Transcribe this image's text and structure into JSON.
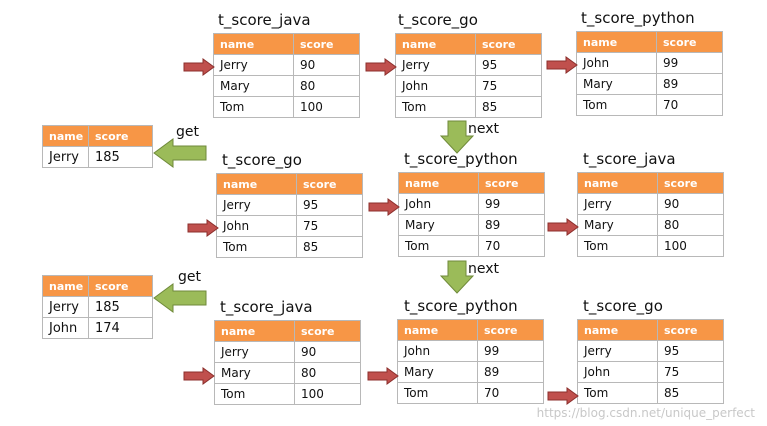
{
  "headers": {
    "name": "name",
    "score": "score"
  },
  "row1": {
    "java": {
      "title": "t_score_java",
      "rows": [
        [
          "Jerry",
          "90"
        ],
        [
          "Mary",
          "80"
        ],
        [
          "Tom",
          "100"
        ]
      ]
    },
    "go": {
      "title": "t_score_go",
      "rows": [
        [
          "Jerry",
          "95"
        ],
        [
          "John",
          "75"
        ],
        [
          "Tom",
          "85"
        ]
      ]
    },
    "python": {
      "title": "t_score_python",
      "rows": [
        [
          "John",
          "99"
        ],
        [
          "Mary",
          "89"
        ],
        [
          "Tom",
          "70"
        ]
      ]
    }
  },
  "row2": {
    "go": {
      "title": "t_score_go",
      "rows": [
        [
          "Jerry",
          "95"
        ],
        [
          "John",
          "75"
        ],
        [
          "Tom",
          "85"
        ]
      ]
    },
    "python": {
      "title": "t_score_python",
      "rows": [
        [
          "John",
          "99"
        ],
        [
          "Mary",
          "89"
        ],
        [
          "Tom",
          "70"
        ]
      ]
    },
    "java": {
      "title": "t_score_java",
      "rows": [
        [
          "Jerry",
          "90"
        ],
        [
          "Mary",
          "80"
        ],
        [
          "Tom",
          "100"
        ]
      ]
    }
  },
  "row3": {
    "java": {
      "title": "t_score_java",
      "rows": [
        [
          "Jerry",
          "90"
        ],
        [
          "Mary",
          "80"
        ],
        [
          "Tom",
          "100"
        ]
      ]
    },
    "python": {
      "title": "t_score_python",
      "rows": [
        [
          "John",
          "99"
        ],
        [
          "Mary",
          "89"
        ],
        [
          "Tom",
          "70"
        ]
      ]
    },
    "go": {
      "title": "t_score_go",
      "rows": [
        [
          "Jerry",
          "95"
        ],
        [
          "John",
          "75"
        ],
        [
          "Tom",
          "85"
        ]
      ]
    }
  },
  "result1": {
    "rows": [
      [
        "Jerry",
        "185"
      ]
    ]
  },
  "result2": {
    "rows": [
      [
        "Jerry",
        "185"
      ],
      [
        "John",
        "174"
      ]
    ]
  },
  "labels": {
    "get": "get",
    "next": "next"
  },
  "watermark": "https://blog.csdn.net/unique_perfect",
  "colors": {
    "header": "#f79646",
    "pointer_arrow": "#c0504d",
    "flow_arrow": "#9bbb59"
  }
}
